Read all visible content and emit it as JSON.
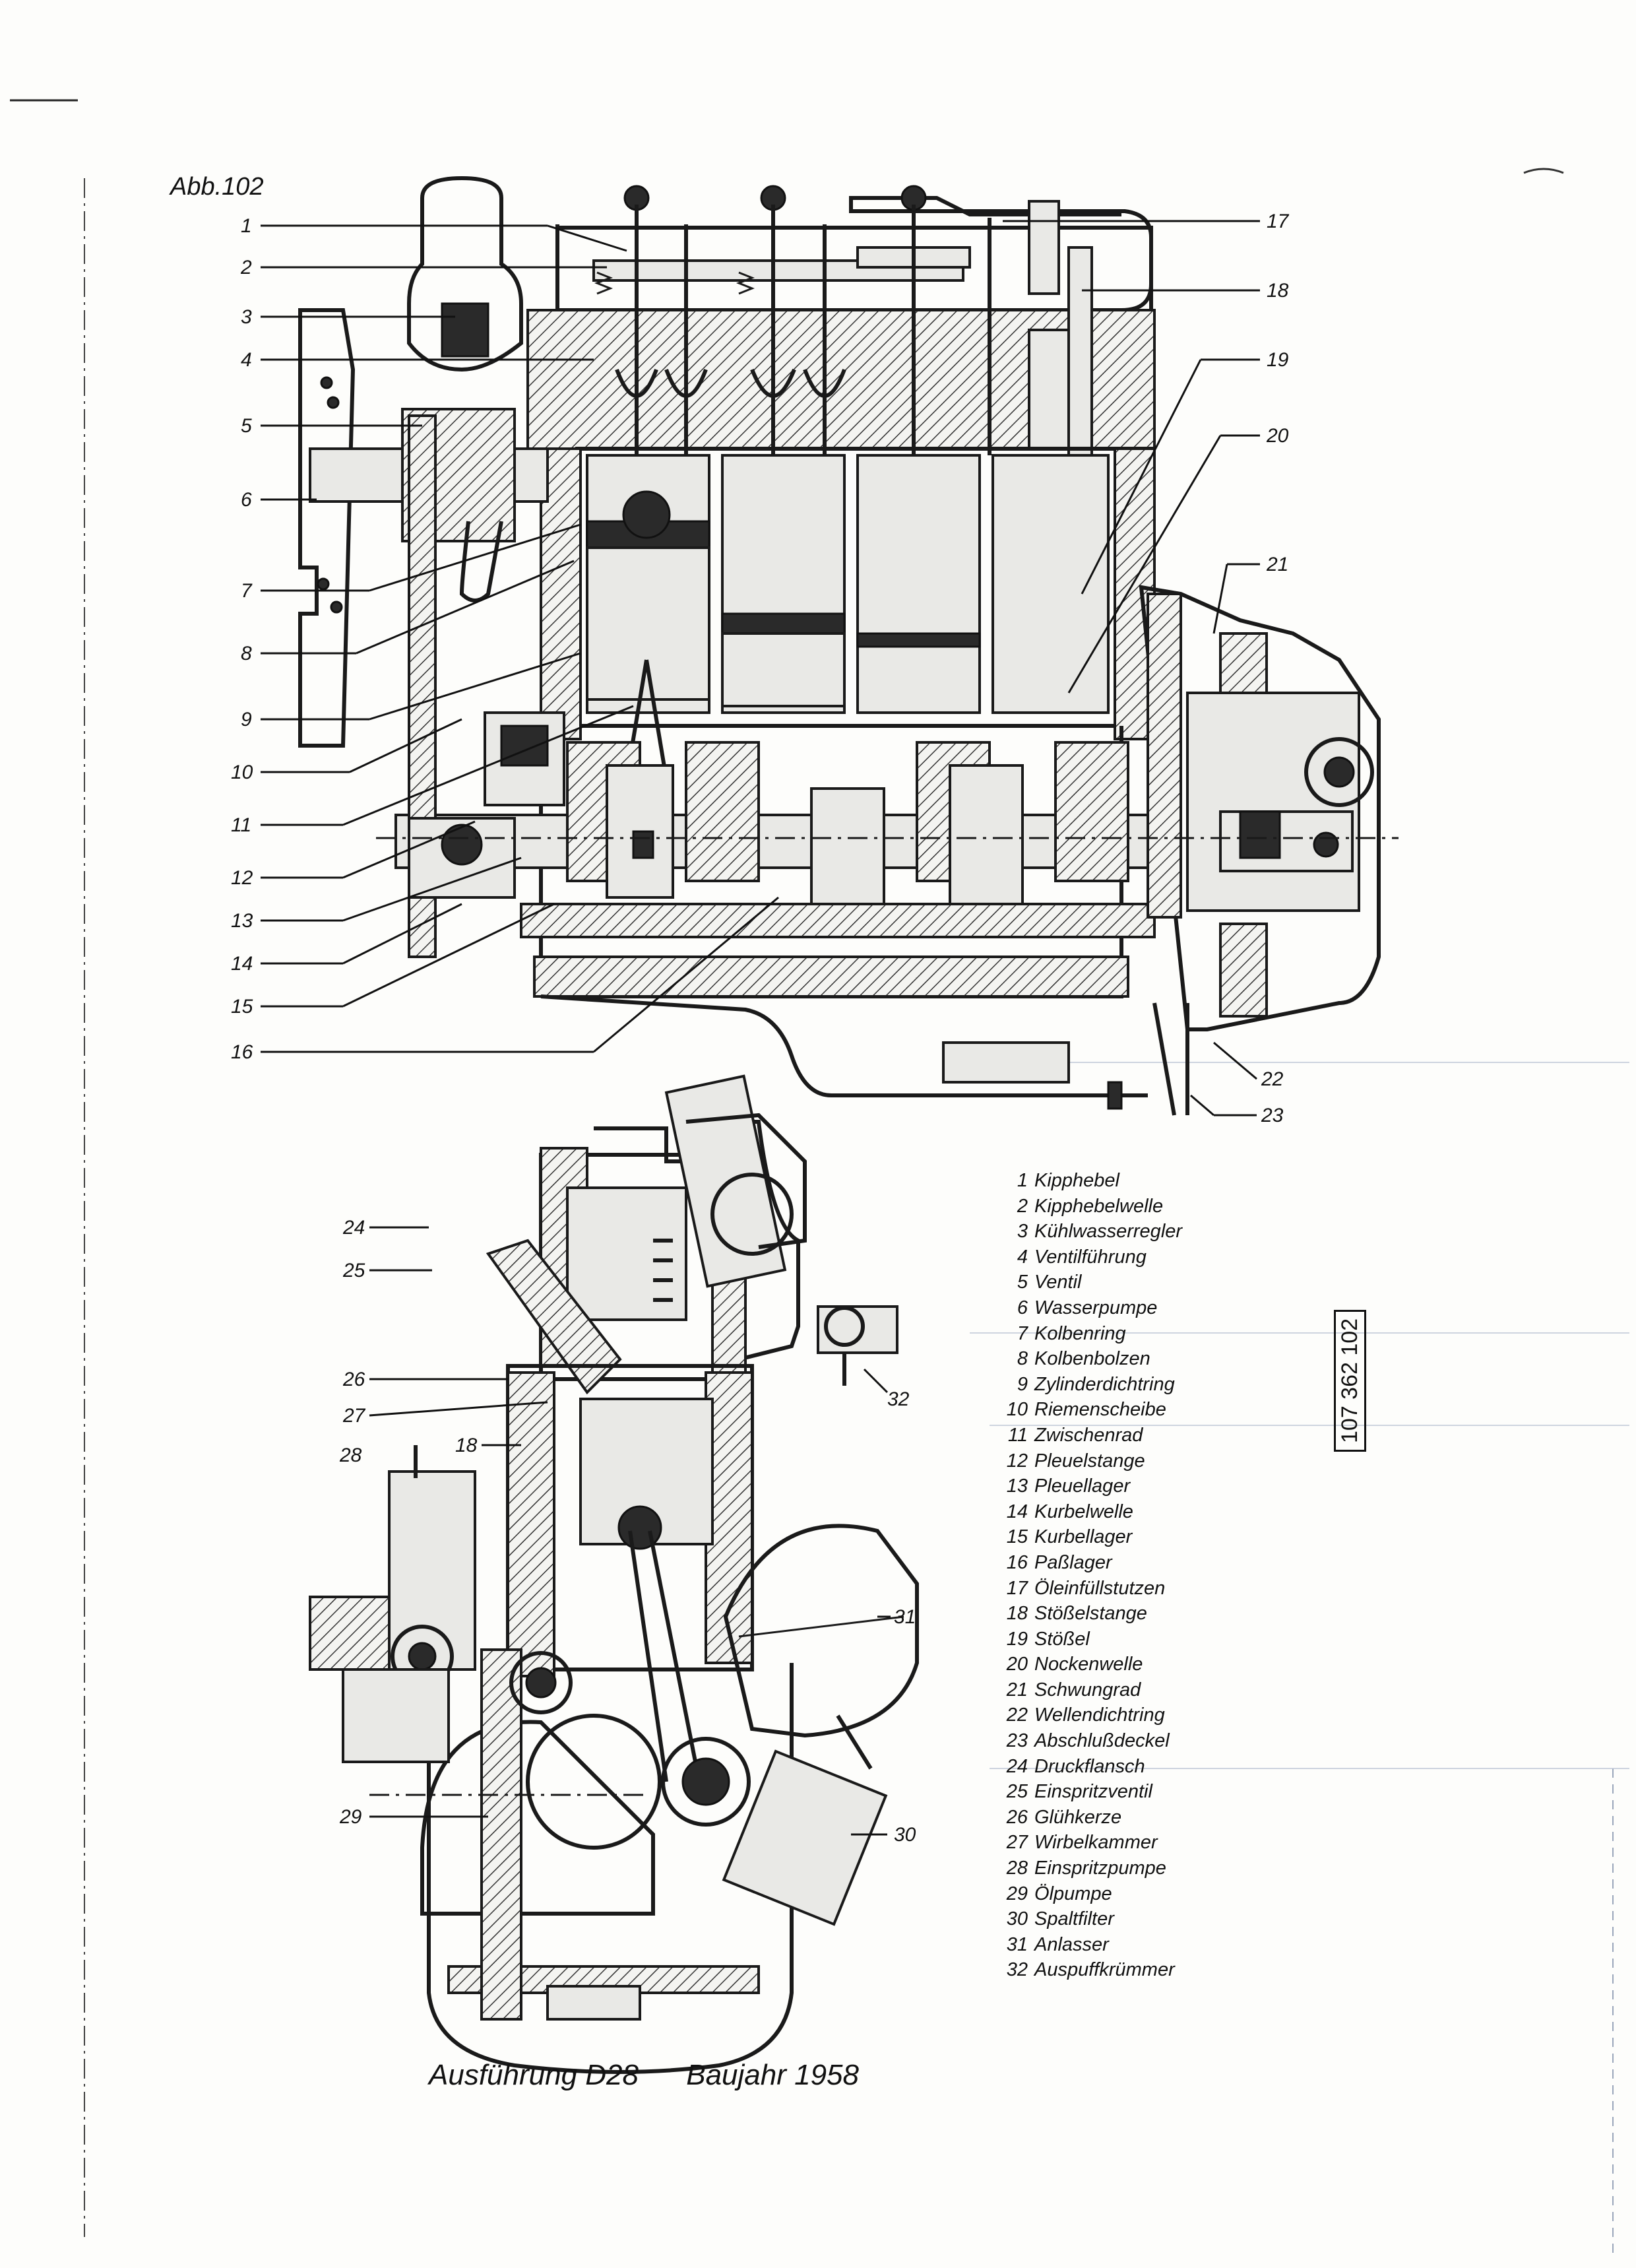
{
  "figure_label": "Abb.102",
  "document_number": "107 362 102",
  "caption": {
    "version": "Ausführung D28",
    "year": "Baujahr 1958"
  },
  "legend": [
    {
      "num": "1",
      "text": "Kipphebel"
    },
    {
      "num": "2",
      "text": "Kipphebelwelle"
    },
    {
      "num": "3",
      "text": "Kühlwasserregler"
    },
    {
      "num": "4",
      "text": "Ventilführung"
    },
    {
      "num": "5",
      "text": "Ventil"
    },
    {
      "num": "6",
      "text": "Wasserpumpe"
    },
    {
      "num": "7",
      "text": "Kolbenring"
    },
    {
      "num": "8",
      "text": "Kolbenbolzen"
    },
    {
      "num": "9",
      "text": "Zylinderdichtring"
    },
    {
      "num": "10",
      "text": "Riemenscheibe"
    },
    {
      "num": "11",
      "text": "Zwischenrad"
    },
    {
      "num": "12",
      "text": "Pleuelstange"
    },
    {
      "num": "13",
      "text": "Pleuellager"
    },
    {
      "num": "14",
      "text": "Kurbelwelle"
    },
    {
      "num": "15",
      "text": "Kurbellager"
    },
    {
      "num": "16",
      "text": "Paßlager"
    },
    {
      "num": "17",
      "text": "Öleinfüllstutzen"
    },
    {
      "num": "18",
      "text": "Stößelstange"
    },
    {
      "num": "19",
      "text": "Stößel"
    },
    {
      "num": "20",
      "text": "Nockenwelle"
    },
    {
      "num": "21",
      "text": "Schwungrad"
    },
    {
      "num": "22",
      "text": "Wellendichtring"
    },
    {
      "num": "23",
      "text": "Abschlußdeckel"
    },
    {
      "num": "24",
      "text": "Druckflansch"
    },
    {
      "num": "25",
      "text": "Einspritzventil"
    },
    {
      "num": "26",
      "text": "Glühkerze"
    },
    {
      "num": "27",
      "text": "Wirbelkammer"
    },
    {
      "num": "28",
      "text": "Einspritzpumpe"
    },
    {
      "num": "29",
      "text": "Ölpumpe"
    },
    {
      "num": "30",
      "text": "Spaltfilter"
    },
    {
      "num": "31",
      "text": "Anlasser"
    },
    {
      "num": "32",
      "text": "Auspuffkrümmer"
    }
  ],
  "callouts": {
    "c1": "1",
    "c2": "2",
    "c3": "3",
    "c4": "4",
    "c5": "5",
    "c6": "6",
    "c7": "7",
    "c8": "8",
    "c9": "9",
    "c10": "10",
    "c11": "11",
    "c12": "12",
    "c13": "13",
    "c14": "14",
    "c15": "15",
    "c16": "16",
    "c17": "17",
    "c18": "18",
    "c19": "19",
    "c20": "20",
    "c21": "21",
    "c22": "22",
    "c23": "23",
    "c24": "24",
    "c25": "25",
    "c26": "26",
    "c27": "27",
    "c28": "28",
    "c18b": "18",
    "c31": "31",
    "c29": "29",
    "c30": "30",
    "c32": "32"
  }
}
